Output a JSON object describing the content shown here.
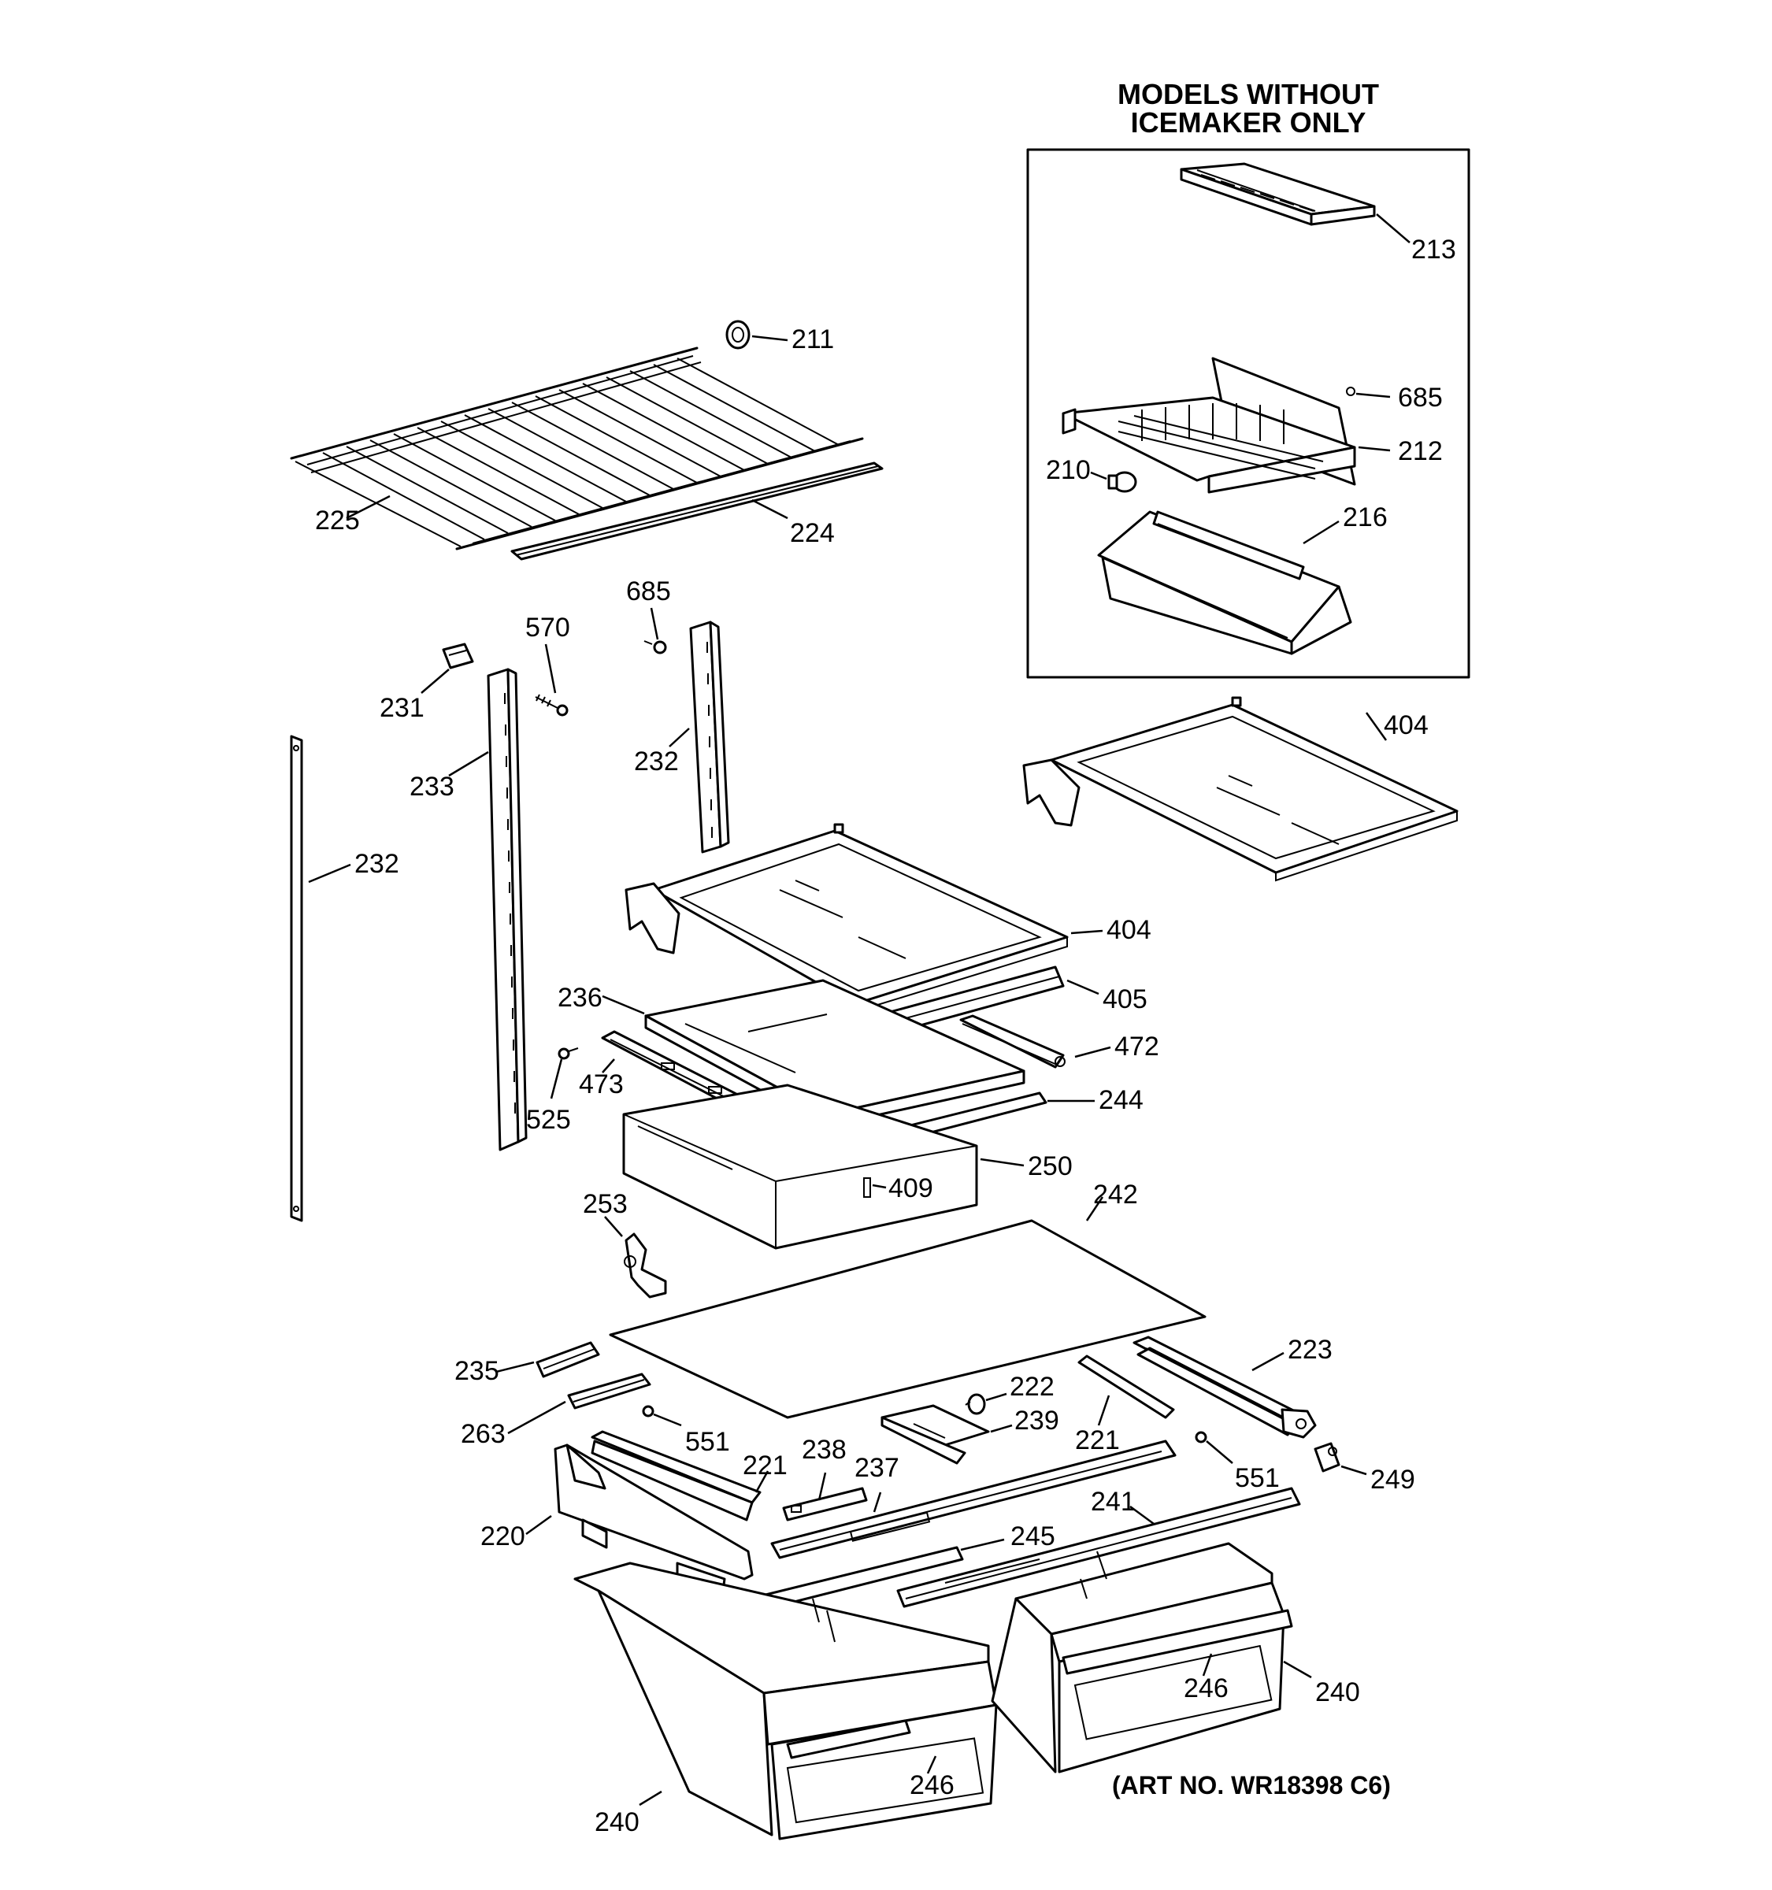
{
  "inset": {
    "title_line1": "MODELS WITHOUT",
    "title_line2": "ICEMAKER ONLY"
  },
  "art_number": "(ART NO. WR18398 C6)",
  "callouts": {
    "c213": "213",
    "c685a": "685",
    "c212": "212",
    "c210": "210",
    "c216": "216",
    "c211": "211",
    "c225": "225",
    "c224": "224",
    "c685b": "685",
    "c570": "570",
    "c231": "231",
    "c233": "233",
    "c232a": "232",
    "c232b": "232",
    "c404a": "404",
    "c404b": "404",
    "c405": "405",
    "c236": "236",
    "c472": "472",
    "c473": "473",
    "c525": "525",
    "c244": "244",
    "c250": "250",
    "c409": "409",
    "c253": "253",
    "c242": "242",
    "c235": "235",
    "c263": "263",
    "c222": "222",
    "c223": "223",
    "c239": "239",
    "c221a": "221",
    "c221b": "221",
    "c551a": "551",
    "c551b": "551",
    "c249": "249",
    "c238": "238",
    "c237": "237",
    "c241": "241",
    "c245": "245",
    "c220": "220",
    "c246a": "246",
    "c246b": "246",
    "c240a": "240",
    "c240b": "240"
  }
}
